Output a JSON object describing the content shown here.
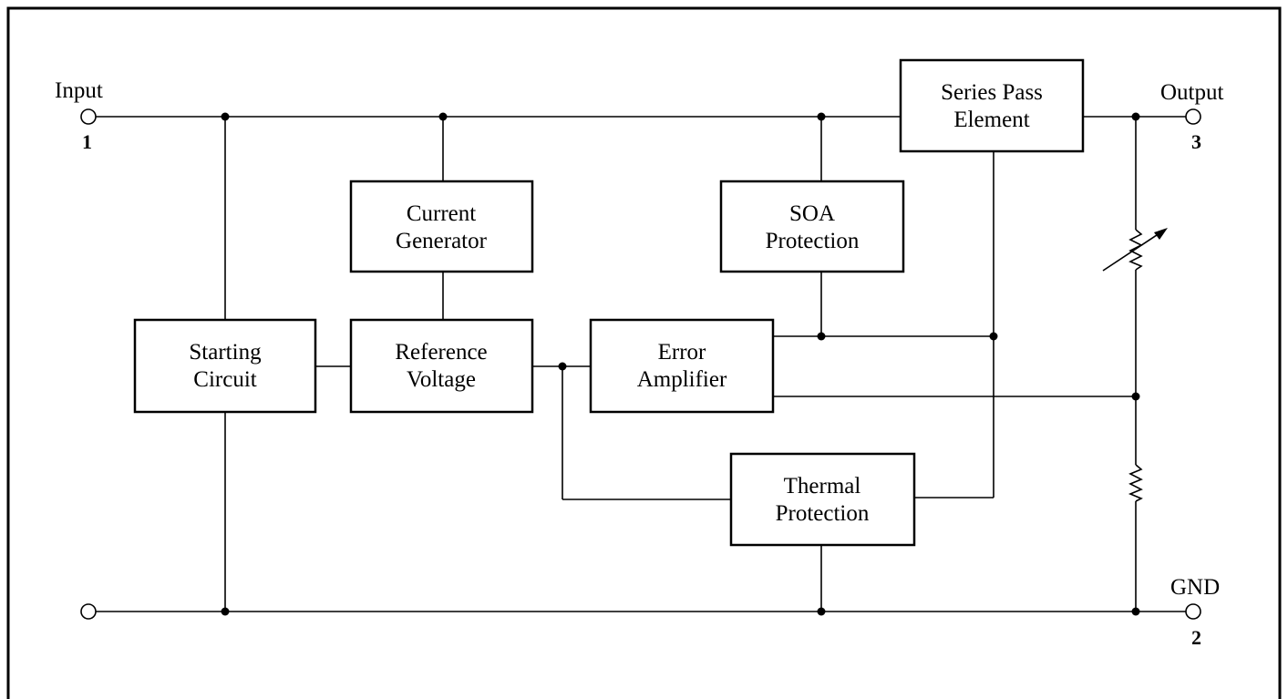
{
  "blocks": {
    "series_pass": [
      "Series Pass",
      "Element"
    ],
    "current_generator": [
      "Current",
      "Generator"
    ],
    "soa_protection": [
      "SOA",
      "Protection"
    ],
    "starting_circuit": [
      "Starting",
      "Circuit"
    ],
    "reference_voltage": [
      "Reference",
      "Voltage"
    ],
    "error_amplifier": [
      "Error",
      "Amplifier"
    ],
    "thermal_protection": [
      "Thermal",
      "Protection"
    ]
  },
  "terminals": {
    "input": {
      "label": "Input",
      "pin": "1"
    },
    "output": {
      "label": "Output",
      "pin": "3"
    },
    "gnd": {
      "label": "GND",
      "pin": "2"
    }
  }
}
